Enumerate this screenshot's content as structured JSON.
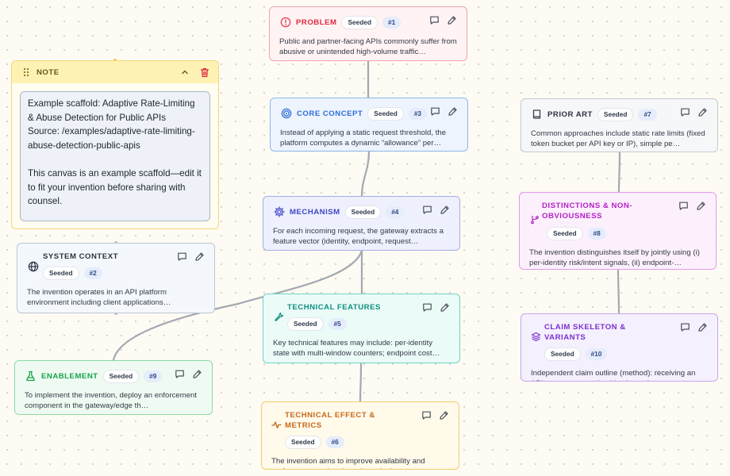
{
  "note": {
    "title": "NOTE",
    "text": "Example scaffold: Adaptive Rate-Limiting & Abuse Detection for Public APIs\nSource: /examples/adaptive-rate-limiting-abuse-detection-public-apis\n\nThis canvas is an example scaffold—edit it to fit your invention before sharing with counsel."
  },
  "nodes": {
    "problem": {
      "title": "PROBLEM",
      "badge": "Seeded",
      "num": "#1",
      "text": "Public and partner-facing APIs commonly suffer from abusive or unintended high-volume traffic…"
    },
    "core": {
      "title": "CORE CONCEPT",
      "badge": "Seeded",
      "num": "#3",
      "text": "Instead of applying a static request threshold, the platform computes a dynamic “allowance” per…"
    },
    "prior": {
      "title": "PRIOR ART",
      "badge": "Seeded",
      "num": "#7",
      "text": "Common approaches include static rate limits (fixed token bucket per API key or IP), simple pe…"
    },
    "mechanism": {
      "title": "MECHANISM",
      "badge": "Seeded",
      "num": "#4",
      "text": "For each incoming request, the gateway extracts a feature vector (identity, endpoint, request…"
    },
    "distinctions": {
      "title": "DISTINCTIONS & NON-OBVIOUSNESS",
      "badge": "Seeded",
      "num": "#8",
      "text": "The invention distinguishes itself by jointly using (i) per-identity risk/intent signals, (ii) endpoint-…"
    },
    "system": {
      "title": "SYSTEM CONTEXT",
      "badge": "Seeded",
      "num": "#2",
      "text": "The invention operates in an API platform environment including client applications…"
    },
    "features": {
      "title": "TECHNICAL FEATURES",
      "badge": "Seeded",
      "num": "#5",
      "text": "Key technical features may include: per-identity state with multi-window counters; endpoint cost…"
    },
    "claims": {
      "title": "CLAIM SKELETON & VARIANTS",
      "badge": "Seeded",
      "num": "#10",
      "text": "Independent claim outline (method): receiving an API request; extracting identity and request…"
    },
    "enablement": {
      "title": "ENABLEMENT",
      "badge": "Seeded",
      "num": "#9",
      "text": "To implement the invention, deploy an enforcement component in the gateway/edge th…"
    },
    "effect": {
      "title": "TECHNICAL EFFECT & METRICS",
      "badge": "Seeded",
      "num": "#6",
      "text": "The invention aims to improve availability and performance under abuse by reducing upstream…"
    }
  },
  "colors": {
    "problem": "#e8475f",
    "core": "#2f6fd6",
    "prior": "#3a3f4a",
    "mechanism": "#4a4fd0",
    "distinctions": "#b21fc6",
    "system": "#2b323f",
    "features": "#0e8f7e",
    "claims": "#7b2fd0",
    "enablement": "#16a34a",
    "effect": "#c7681a",
    "edge": "#a3a8b1"
  },
  "icons": {
    "problem": "alert-circle-icon",
    "core": "target-icon",
    "prior": "book-icon",
    "mechanism": "gear-icon",
    "distinctions": "git-branch-icon",
    "system": "globe-icon",
    "features": "wrench-icon",
    "claims": "layers-icon",
    "enablement": "flask-icon",
    "effect": "activity-icon",
    "comment": "comment-icon",
    "edit": "pencil-icon"
  }
}
